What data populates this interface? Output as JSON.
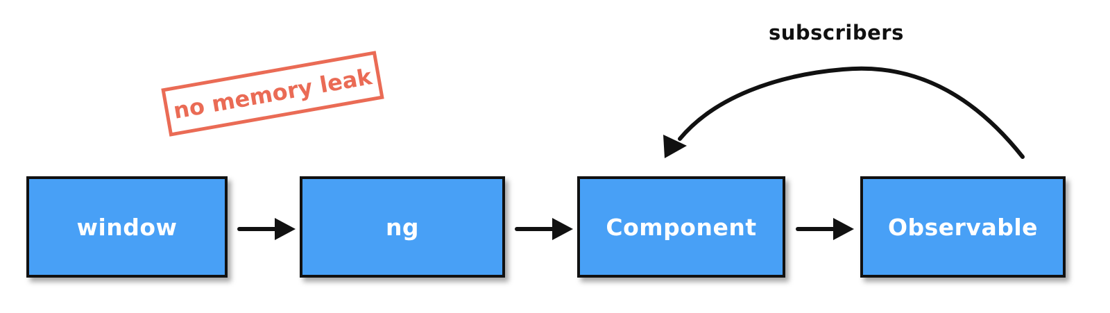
{
  "stamp": {
    "text": "no memory leak",
    "color": "#ea6b55"
  },
  "curved_arrow": {
    "label": "subscribers",
    "from": "Observable",
    "to": "Component"
  },
  "nodes": [
    {
      "id": "window",
      "label": "window"
    },
    {
      "id": "ng",
      "label": "ng"
    },
    {
      "id": "component",
      "label": "Component"
    },
    {
      "id": "observable",
      "label": "Observable"
    }
  ],
  "edges": [
    {
      "from": "window",
      "to": "ng"
    },
    {
      "from": "ng",
      "to": "Component"
    },
    {
      "from": "Component",
      "to": "Observable"
    }
  ],
  "colors": {
    "box_fill": "#48a0f6",
    "box_border": "#111111",
    "arrow": "#111111"
  }
}
